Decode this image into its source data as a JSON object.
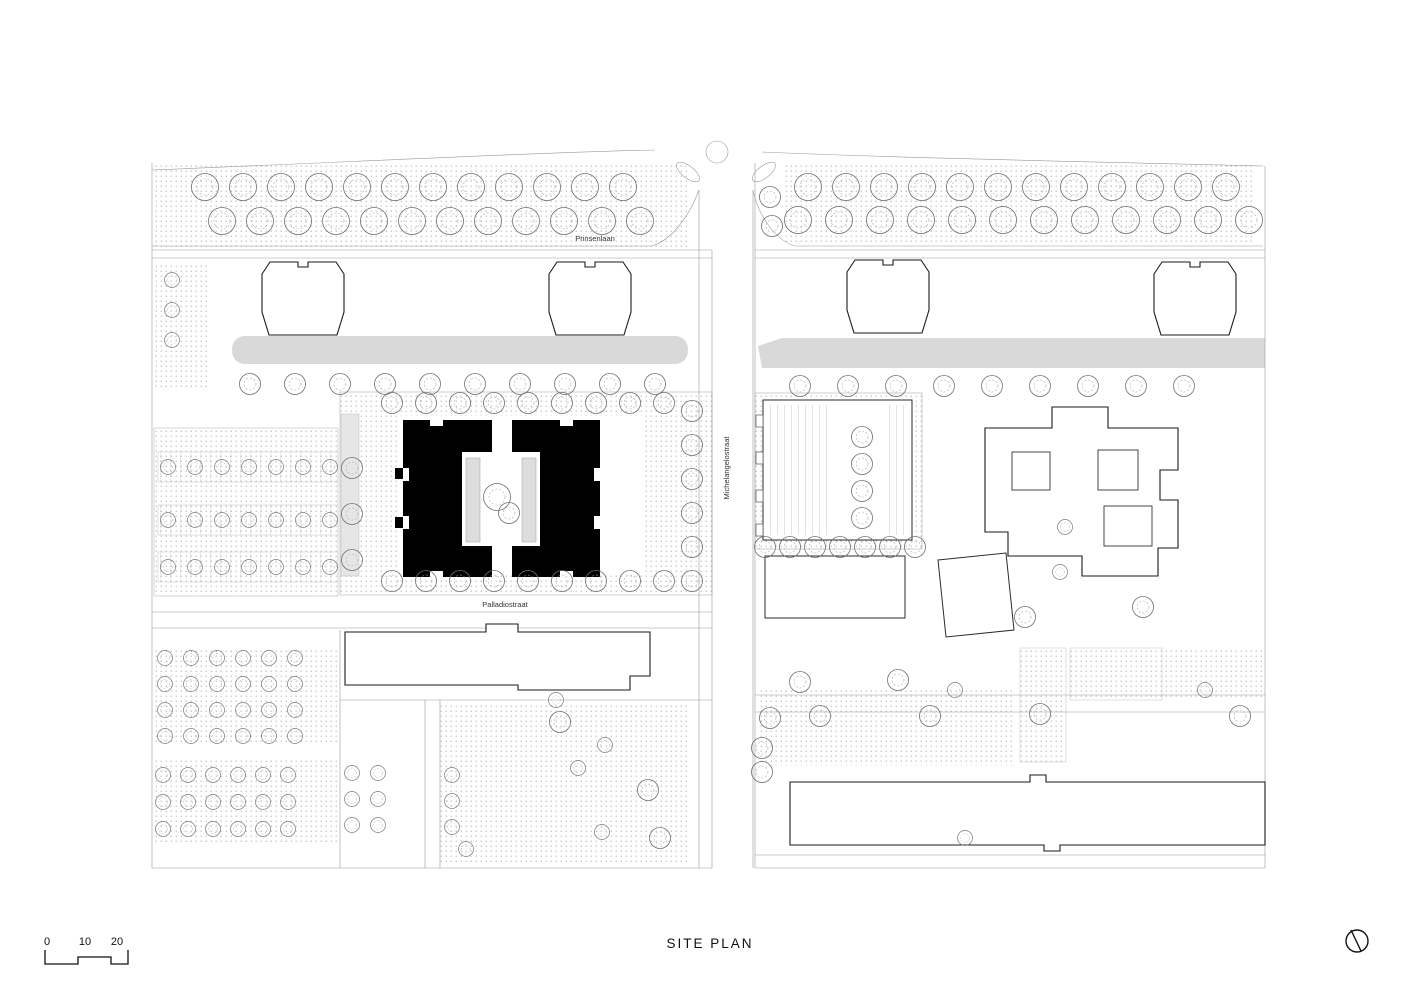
{
  "sheet": {
    "title": "SITE PLAN",
    "scale_labels": [
      "0",
      "10",
      "20"
    ]
  },
  "streets": {
    "prinsenlaan": "Prinsenlaan",
    "palladiostraat": "Palladiostraat",
    "michelangelostraat": "Michelangelostraat"
  },
  "colors": {
    "highlight_building": "#000000",
    "road_band_gray": "#d9d9d9",
    "linework": "#444444",
    "stipple_dot": "#b5b5b5",
    "background": "#ffffff"
  },
  "icons": {
    "north_arrow": "north-arrow",
    "scale_bar": "graphic-scale-bar"
  }
}
